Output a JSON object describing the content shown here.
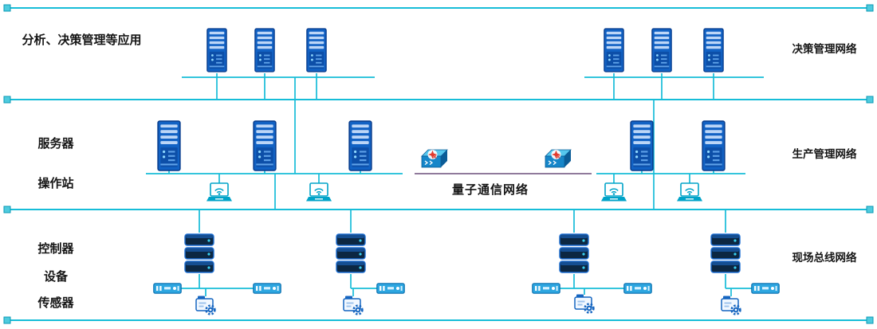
{
  "colors": {
    "line": "#17bdd8",
    "node_fill": "#4ecbde",
    "node_border": "#0b9ab5",
    "quantum_link": "#6b4f7a",
    "device_blue": "#1565c0",
    "alert_red": "#e23b2e"
  },
  "layers": {
    "decision": {
      "left_label": "分析、决策管理等应用",
      "right_label": "决策管理网络"
    },
    "production": {
      "left_label_1": "服务器",
      "left_label_2": "操作站",
      "center_label": "量子通信网络",
      "right_label": "生产管理网络"
    },
    "field": {
      "left_label_1": "控制器",
      "left_label_2": "设备",
      "left_label_3": "传感器",
      "right_label": "现场总线网络"
    }
  },
  "icons": {
    "server": "server-tower-icon",
    "workstation": "laptop-wifi-icon",
    "quantum_switch": "quantum-switch-icon",
    "controller": "controller-stack-icon",
    "io_module": "io-module-icon",
    "plc": "plc-gear-icon"
  }
}
